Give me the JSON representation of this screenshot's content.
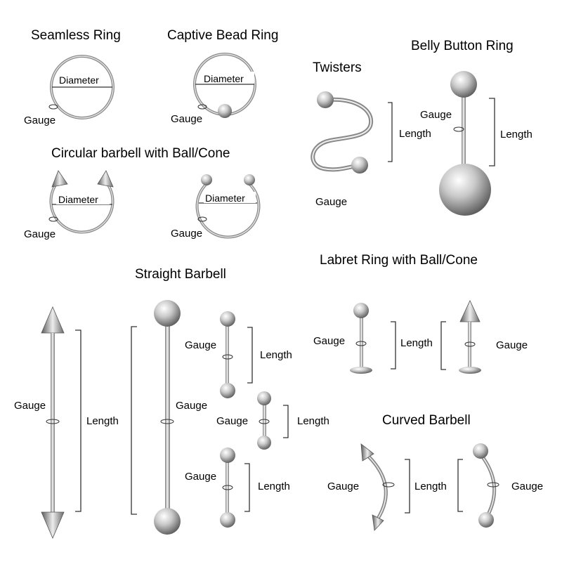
{
  "labels": {
    "gauge": "Gauge",
    "length": "Length",
    "diameter": "Diameter"
  },
  "titles": {
    "seamless_ring": "Seamless Ring",
    "captive_bead_ring": "Captive Bead Ring",
    "twisters": "Twisters",
    "belly_button_ring": "Belly Button Ring",
    "circular_barbell": "Circular barbell with Ball/Cone",
    "straight_barbell": "Straight Barbell",
    "labret_ring": "Labret Ring with Ball/Cone",
    "curved_barbell": "Curved Barbell"
  },
  "colors": {
    "metal_light": "#f2f2f2",
    "metal_mid": "#b9b9b9",
    "metal_dark": "#6f6f6f",
    "line": "#333333",
    "text": "#1a1a1a"
  }
}
